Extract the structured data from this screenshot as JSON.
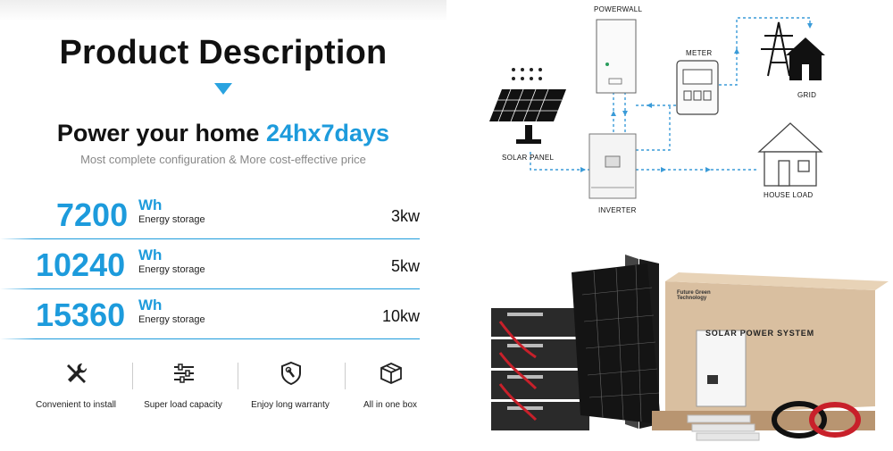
{
  "left": {
    "title": "Product Description",
    "headline_main": "Power your home ",
    "headline_accent": "24hx7days",
    "subline": "Most complete configuration & More cost-effective price",
    "specs": [
      {
        "value": "7200",
        "unit": "Wh",
        "label": "Energy storage",
        "power": "3kw"
      },
      {
        "value": "10240",
        "unit": "Wh",
        "label": "Energy storage",
        "power": "5kw"
      },
      {
        "value": "15360",
        "unit": "Wh",
        "label": "Energy storage",
        "power": "10kw"
      }
    ],
    "features": [
      {
        "label": "Convenient to install",
        "icon": "tools-icon"
      },
      {
        "label": "Super load capacity",
        "icon": "sliders-icon"
      },
      {
        "label": "Enjoy long warranty",
        "icon": "shield-wrench-icon"
      },
      {
        "label": "All in one box",
        "icon": "box-icon"
      }
    ]
  },
  "diagram": {
    "powerwall": "POWERWALL",
    "meter": "METER",
    "grid": "GRID",
    "solar_panel": "SOLAR PANEL",
    "house_load": "HOUSE LOAD",
    "inverter": "INVERTER"
  },
  "product": {
    "box_title": "SOLAR POWER SYSTEM",
    "brand_line1": "Future Green",
    "brand_line2": "Technology"
  },
  "colors": {
    "accent": "#1d9bdc",
    "flow_arrow": "#3a9bd8",
    "battery_red": "#c8202a",
    "box_wood": "#d9bfa0"
  }
}
